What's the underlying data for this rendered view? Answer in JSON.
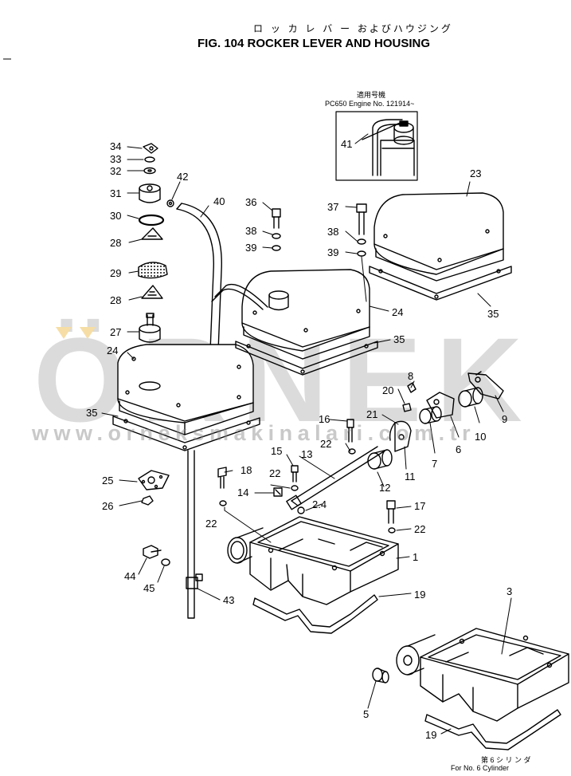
{
  "title_jp": "ロ ッ カ レ バ ー およびハウジング",
  "title": "FIG. 104  ROCKER LEVER AND HOUSING",
  "inset": {
    "jp": "適用号機",
    "label": "PC650  Engine  No. 121914~"
  },
  "note_bottom": {
    "jp": "第 6 シ リ ン ダ",
    "label": "For  No. 6  Cylinder"
  },
  "watermark": {
    "brand": "ÖRNEK",
    "url": "www.orneksmakinalari.com.tr",
    "color": "#b4b4b4"
  },
  "callouts": [
    {
      "id": "c34",
      "text": "34"
    },
    {
      "id": "c33",
      "text": "33"
    },
    {
      "id": "c32",
      "text": "32"
    },
    {
      "id": "c31",
      "text": "31"
    },
    {
      "id": "c42",
      "text": "42"
    },
    {
      "id": "c30",
      "text": "30"
    },
    {
      "id": "c28a",
      "text": "28"
    },
    {
      "id": "c29",
      "text": "29"
    },
    {
      "id": "c28b",
      "text": "28"
    },
    {
      "id": "c27",
      "text": "27"
    },
    {
      "id": "c24a",
      "text": "24"
    },
    {
      "id": "c35a",
      "text": "35"
    },
    {
      "id": "c40",
      "text": "40"
    },
    {
      "id": "c36",
      "text": "36"
    },
    {
      "id": "c38a",
      "text": "38"
    },
    {
      "id": "c39a",
      "text": "39"
    },
    {
      "id": "c37",
      "text": "37"
    },
    {
      "id": "c38b",
      "text": "38"
    },
    {
      "id": "c39b",
      "text": "39"
    },
    {
      "id": "c41",
      "text": "41"
    },
    {
      "id": "c23",
      "text": "23"
    },
    {
      "id": "c35b",
      "text": "35"
    },
    {
      "id": "c24b",
      "text": "24"
    },
    {
      "id": "c35c",
      "text": "35"
    },
    {
      "id": "c9",
      "text": "9"
    },
    {
      "id": "c20",
      "text": "20"
    },
    {
      "id": "c8",
      "text": "8"
    },
    {
      "id": "c10",
      "text": "10"
    },
    {
      "id": "c6",
      "text": "6"
    },
    {
      "id": "c7",
      "text": "7"
    },
    {
      "id": "c21",
      "text": "21"
    },
    {
      "id": "c16",
      "text": "16"
    },
    {
      "id": "c22a",
      "text": "22"
    },
    {
      "id": "c15",
      "text": "15"
    },
    {
      "id": "c13",
      "text": "13"
    },
    {
      "id": "c11",
      "text": "11"
    },
    {
      "id": "c12",
      "text": "12"
    },
    {
      "id": "c18",
      "text": "18"
    },
    {
      "id": "c22b",
      "text": "22"
    },
    {
      "id": "c14",
      "text": "14"
    },
    {
      "id": "c24c",
      "text": "2.4"
    },
    {
      "id": "c17",
      "text": "17"
    },
    {
      "id": "c22c",
      "text": "22"
    },
    {
      "id": "c22d",
      "text": "22"
    },
    {
      "id": "c25",
      "text": "25"
    },
    {
      "id": "c26",
      "text": "26"
    },
    {
      "id": "c1",
      "text": "1"
    },
    {
      "id": "c19a",
      "text": "19"
    },
    {
      "id": "c44",
      "text": "44"
    },
    {
      "id": "c45",
      "text": "45"
    },
    {
      "id": "c43",
      "text": "43"
    },
    {
      "id": "c3",
      "text": "3"
    },
    {
      "id": "c5",
      "text": "5"
    },
    {
      "id": "c19b",
      "text": "19"
    }
  ]
}
